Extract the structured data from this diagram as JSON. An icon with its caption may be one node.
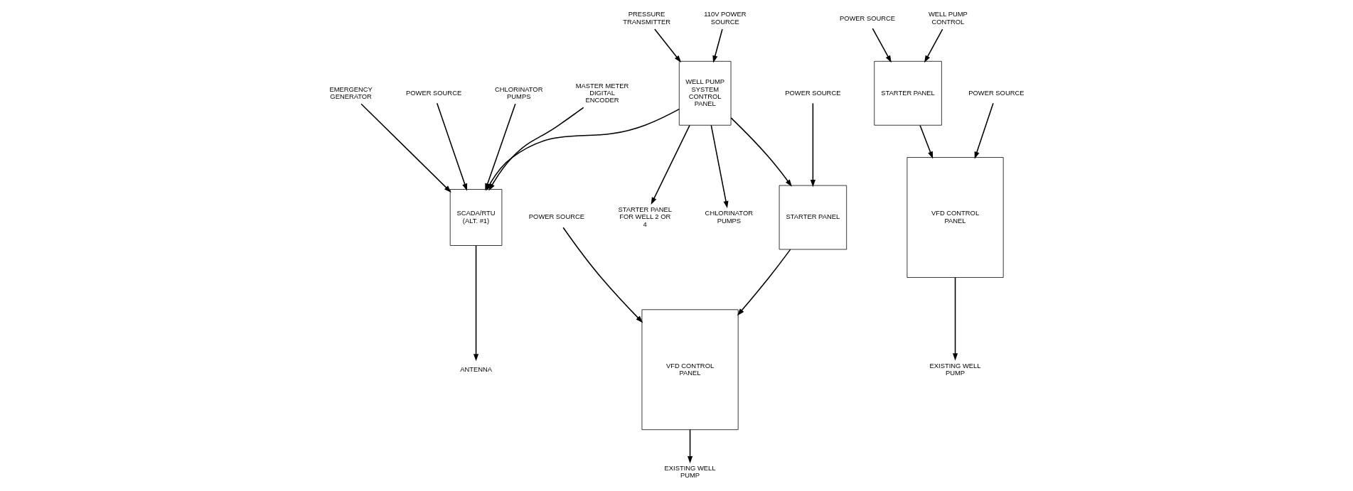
{
  "diagram": {
    "nodes": [
      {
        "text": [
          "VFD CONTROL PANEL"
        ]
      },
      {
        "text": [
          "SCADA/RTU (ALT. #1)"
        ]
      },
      {
        "text": [
          "ANTENNA"
        ]
      },
      {
        "text": [
          "CHLORINATOR PUMPS"
        ]
      },
      {
        "text": [
          "MASTER METER DIGITAL ENCODER"
        ]
      },
      {
        "text": [
          "EMERGENCY GENERATOR"
        ]
      },
      {
        "text": [
          "POWER SOURCE"
        ]
      },
      {
        "text": [
          "STARTER PANEL"
        ]
      },
      {
        "text": [
          "WELL PUMP SYSTEM CONTROL PANEL"
        ]
      },
      {
        "text": [
          "CHLORINATOR PUMPS"
        ]
      },
      {
        "text": [
          "EXISTING WELL PUMP"
        ]
      },
      {
        "text": [
          "POWER SOURCE"
        ]
      },
      {
        "text": [
          "POWER SOURCE"
        ]
      },
      {
        "text": [
          "PRESSURE TRANSMITTER"
        ]
      },
      {
        "text": [
          "110V POWER SOURCE"
        ]
      },
      {
        "text": [
          "STARTER PANEL FOR WELL 2 OR 4"
        ]
      },
      {
        "text": [
          "VFD CONTROL PANEL"
        ]
      },
      {
        "text": [
          "STARTER PANEL"
        ]
      },
      {
        "text": [
          "EXISTING WELL PUMP"
        ]
      },
      {
        "text": [
          "POWER SOURCE"
        ]
      },
      {
        "text": [
          "POWER SOURCE"
        ]
      },
      {
        "text": [
          "WELL PUMP CONTROL"
        ]
      }
    ],
    "edges": [
      {
        "from": 1,
        "to": 2,
        "arrow": "to"
      },
      {
        "from": 3,
        "to": 1,
        "arrow": "to"
      },
      {
        "from": 4,
        "to": 1,
        "arrow": "to"
      },
      {
        "from": 5,
        "to": 1,
        "arrow": "to"
      },
      {
        "from": 6,
        "to": 1,
        "arrow": "to"
      },
      {
        "from": 8,
        "to": 1,
        "arrow": "to"
      },
      {
        "from": 8,
        "to": 7,
        "arrow": "to"
      },
      {
        "from": 7,
        "to": 0,
        "arrow": "to"
      },
      {
        "from": 8,
        "to": 9,
        "arrow": "to"
      },
      {
        "from": 0,
        "to": 10,
        "arrow": "to"
      },
      {
        "from": 11,
        "to": 0,
        "arrow": "to"
      },
      {
        "from": 12,
        "to": 7,
        "arrow": "to"
      },
      {
        "from": 13,
        "to": 8,
        "arrow": "to"
      },
      {
        "from": 14,
        "to": 8,
        "arrow": "to"
      },
      {
        "from": 8,
        "to": 15,
        "arrow": "to"
      },
      {
        "from": 17,
        "to": 16,
        "arrow": "to"
      },
      {
        "from": 16,
        "to": 18,
        "arrow": "to"
      },
      {
        "from": 19,
        "to": 16,
        "arrow": "to"
      },
      {
        "from": 20,
        "to": 17,
        "arrow": "to"
      },
      {
        "from": 21,
        "to": 17,
        "arrow": "to"
      }
    ]
  }
}
